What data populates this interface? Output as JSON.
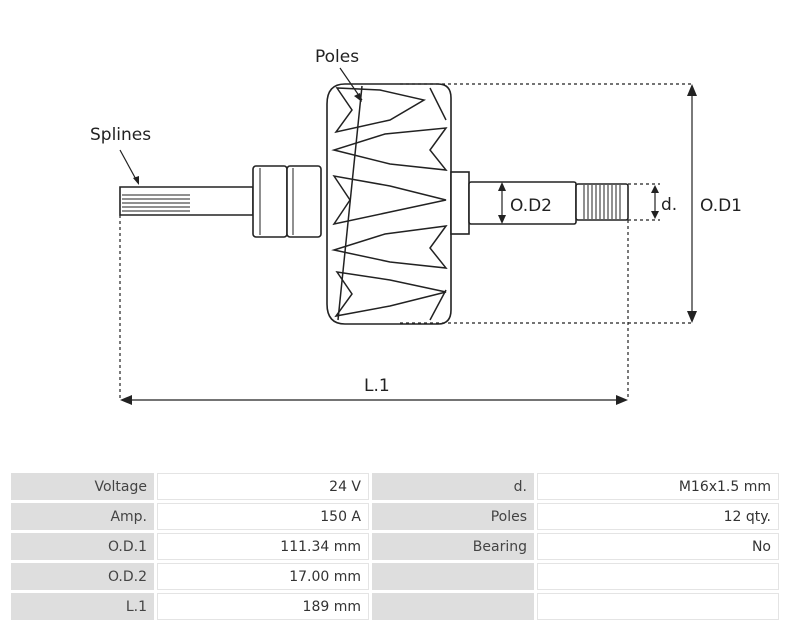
{
  "diagram": {
    "labels": {
      "poles": "Poles",
      "splines": "Splines",
      "od2": "O.D2",
      "d": "d.",
      "od1": "O.D1",
      "l1": "L.1"
    }
  },
  "specs": {
    "rows": [
      [
        {
          "label": "Voltage",
          "value": "24 V"
        },
        {
          "label": "d.",
          "value": "M16x1.5 mm"
        }
      ],
      [
        {
          "label": "Amp.",
          "value": "150  A"
        },
        {
          "label": "Poles",
          "value": "12 qty."
        }
      ],
      [
        {
          "label": "O.D.1",
          "value": "111.34 mm"
        },
        {
          "label": "Bearing",
          "value": "No"
        }
      ],
      [
        {
          "label": "O.D.2",
          "value": "17.00 mm"
        },
        {
          "label": "",
          "value": ""
        }
      ],
      [
        {
          "label": "L.1",
          "value": "189  mm"
        },
        {
          "label": "",
          "value": ""
        }
      ]
    ]
  }
}
